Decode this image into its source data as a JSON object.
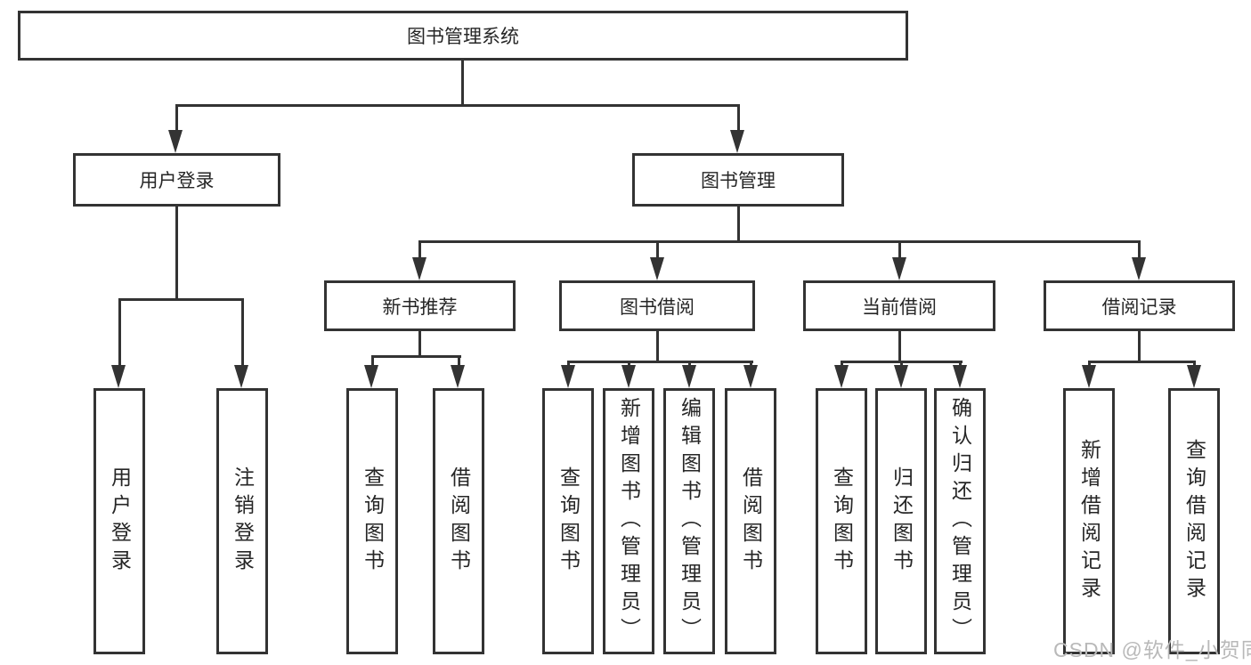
{
  "tree": {
    "root": {
      "label": "图书管理系统"
    },
    "branches": [
      {
        "label": "用户登录"
      },
      {
        "label": "图书管理"
      }
    ],
    "modules": [
      {
        "label": "新书推荐"
      },
      {
        "label": "图书借阅"
      },
      {
        "label": "当前借阅"
      },
      {
        "label": "借阅记录"
      }
    ],
    "user_login_leaves": [
      {
        "label": "用户登录"
      },
      {
        "label": "注销登录"
      }
    ],
    "new_book_leaves": [
      {
        "label": "查询图书"
      },
      {
        "label": "借阅图书"
      }
    ],
    "book_borrow_leaves": [
      {
        "label": "查询图书"
      },
      {
        "label": "新增图书（管理员）"
      },
      {
        "label": "编辑图书（管理员）"
      },
      {
        "label": "借阅图书"
      }
    ],
    "current_borrow_leaves": [
      {
        "label": "查询图书"
      },
      {
        "label": "归还图书"
      },
      {
        "label": "确认归还（管理员）"
      }
    ],
    "borrow_record_leaves": [
      {
        "label": "新增借阅记录"
      },
      {
        "label": "查询借阅记录"
      }
    ]
  },
  "watermark": {
    "text": "CSDN @软件_小贺同学"
  },
  "colors": {
    "line": "#333333",
    "border": "#333333",
    "text": "#262626",
    "watermark": "#b9b9b9",
    "background": "#ffffff"
  }
}
